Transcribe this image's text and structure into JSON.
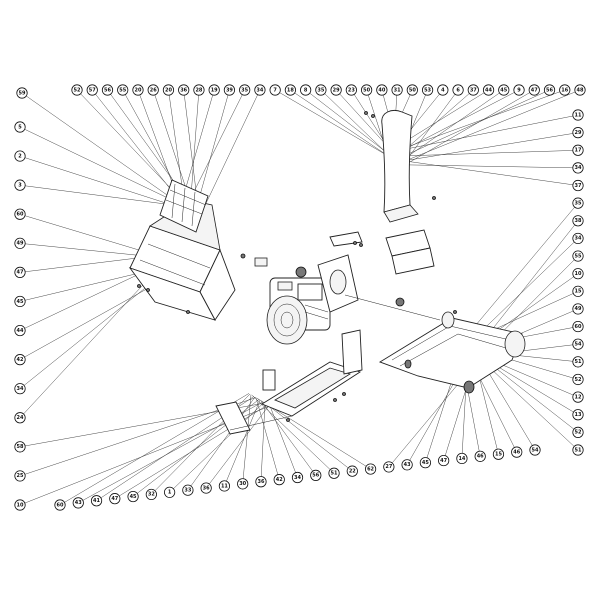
{
  "diagram": {
    "type": "exploded-parts-view",
    "callouts": {
      "top": [
        "59",
        "52",
        "57",
        "56",
        "55",
        "20",
        "26",
        "20",
        "36",
        "28",
        "19",
        "39",
        "35",
        "34",
        "7",
        "18",
        "8",
        "35",
        "29",
        "23",
        "50",
        "40",
        "31",
        "50",
        "53",
        "4",
        "6",
        "37",
        "44",
        "45",
        "9",
        "47",
        "56",
        "16",
        "48"
      ],
      "right": [
        "11",
        "29",
        "17",
        "34",
        "37",
        "35",
        "38",
        "34",
        "55",
        "10",
        "15",
        "49",
        "60",
        "54",
        "51",
        "52",
        "12",
        "13",
        "52",
        "51"
      ],
      "left": [
        "5",
        "2",
        "3",
        "60",
        "49",
        "47",
        "45",
        "44",
        "42",
        "34",
        "24",
        "58",
        "25",
        "10"
      ],
      "bottom": [
        "60",
        "43",
        "41",
        "47",
        "45",
        "32",
        "1",
        "33",
        "36",
        "11",
        "30",
        "36",
        "42",
        "34",
        "56",
        "51",
        "22",
        "62",
        "27",
        "43",
        "45",
        "47",
        "14",
        "46",
        "15",
        "46",
        "54"
      ]
    }
  }
}
